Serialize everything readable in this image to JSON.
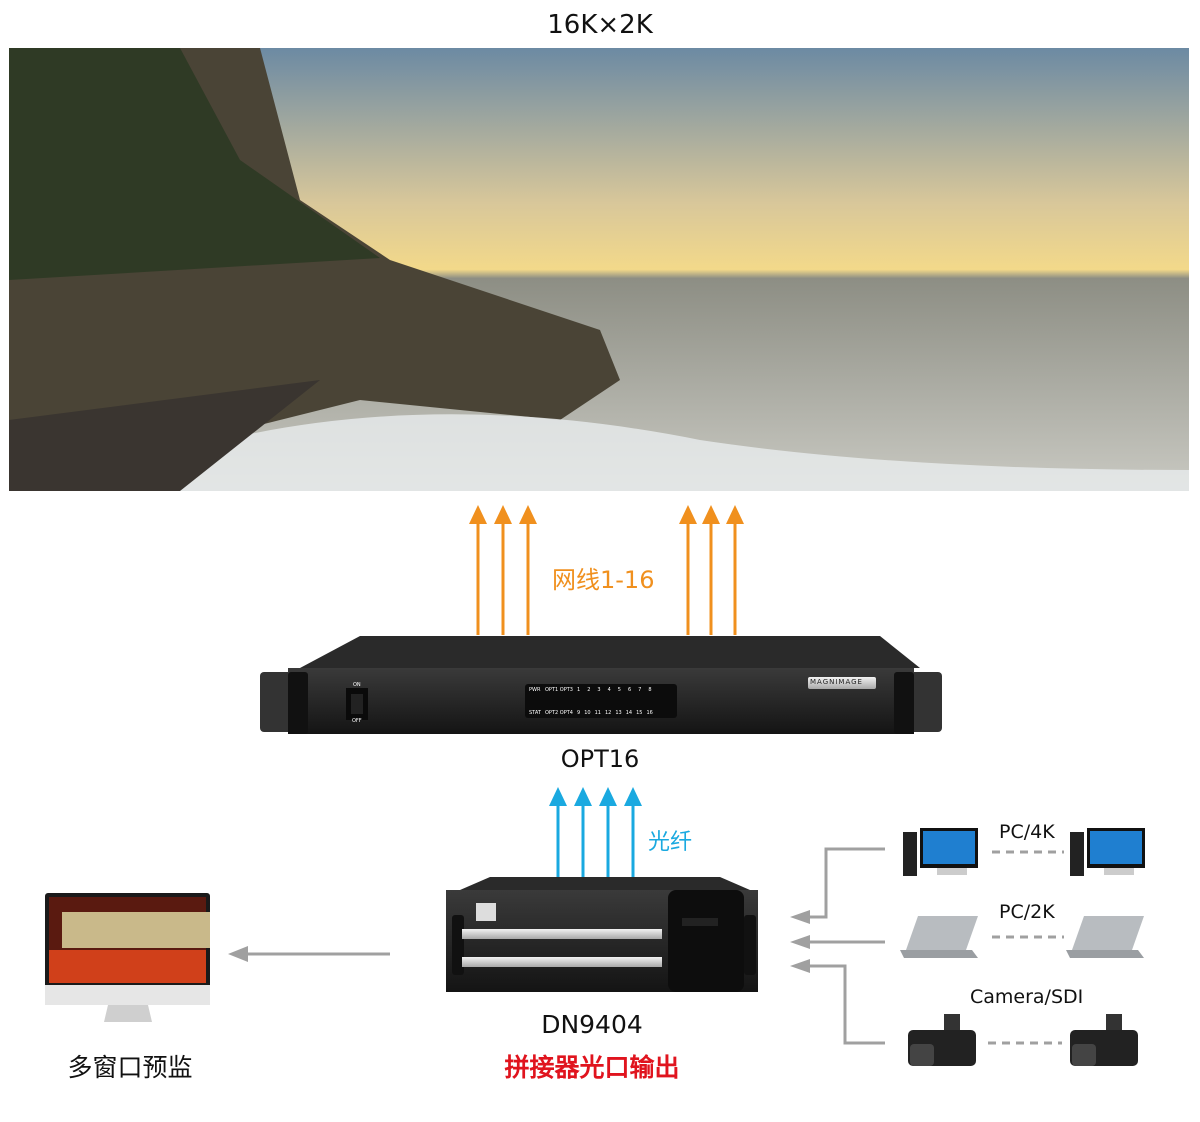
{
  "title": "16K×2K",
  "labels": {
    "cable": "网线1-16",
    "opt_device": "OPT16",
    "fiber": "光纤",
    "processor": "DN9404",
    "processor_sub": "拼接器光口输出",
    "preview": "多窗口预监",
    "pc4k": "PC/4K",
    "pc2k": "PC/2K",
    "camera": "Camera/SDI"
  },
  "opt_panel": {
    "brand": "MAGNIMAGE",
    "pwr": "PWR",
    "stat": "STAT",
    "opt_top": "OPT1 OPT3",
    "opt_bottom": "OPT2 OPT4",
    "ports_top": [
      "1",
      "2",
      "3",
      "4",
      "5",
      "6",
      "7",
      "8"
    ],
    "ports_bottom": [
      "9",
      "10",
      "11",
      "12",
      "13",
      "14",
      "15",
      "16"
    ],
    "switch_on": "ON",
    "switch_off": "OFF"
  },
  "colors": {
    "orange": "#f0901e",
    "blue": "#1aa9e0",
    "red": "#e0141e",
    "grey": "#a0a0a0"
  }
}
